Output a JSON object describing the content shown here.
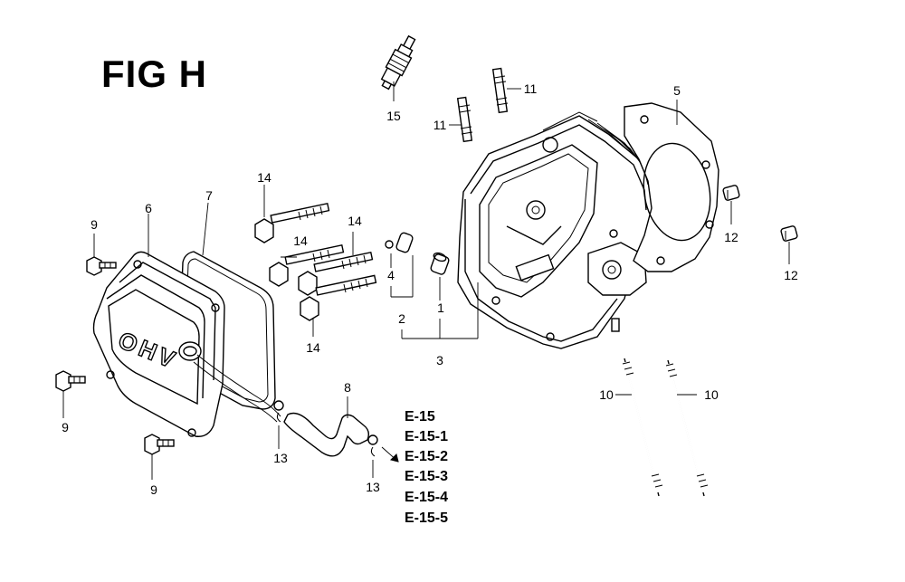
{
  "figure": {
    "title": "FIG H"
  },
  "callouts": {
    "c1": "1",
    "c2": "2",
    "c3": "3",
    "c4": "4",
    "c5": "5",
    "c6": "6",
    "c7": "7",
    "c8": "8",
    "c9a": "9",
    "c9b": "9",
    "c9c": "9",
    "c10a": "10",
    "c10b": "10",
    "c11a": "11",
    "c11b": "11",
    "c12a": "12",
    "c12b": "12",
    "c13a": "13",
    "c13b": "13",
    "c14a": "14",
    "c14b": "14",
    "c14c": "14",
    "c14d": "14",
    "c15": "15"
  },
  "dhv_text": "OHV",
  "references": [
    "E-15",
    "E-15-1",
    "E-15-2",
    "E-15-3",
    "E-15-4",
    "E-15-5"
  ]
}
